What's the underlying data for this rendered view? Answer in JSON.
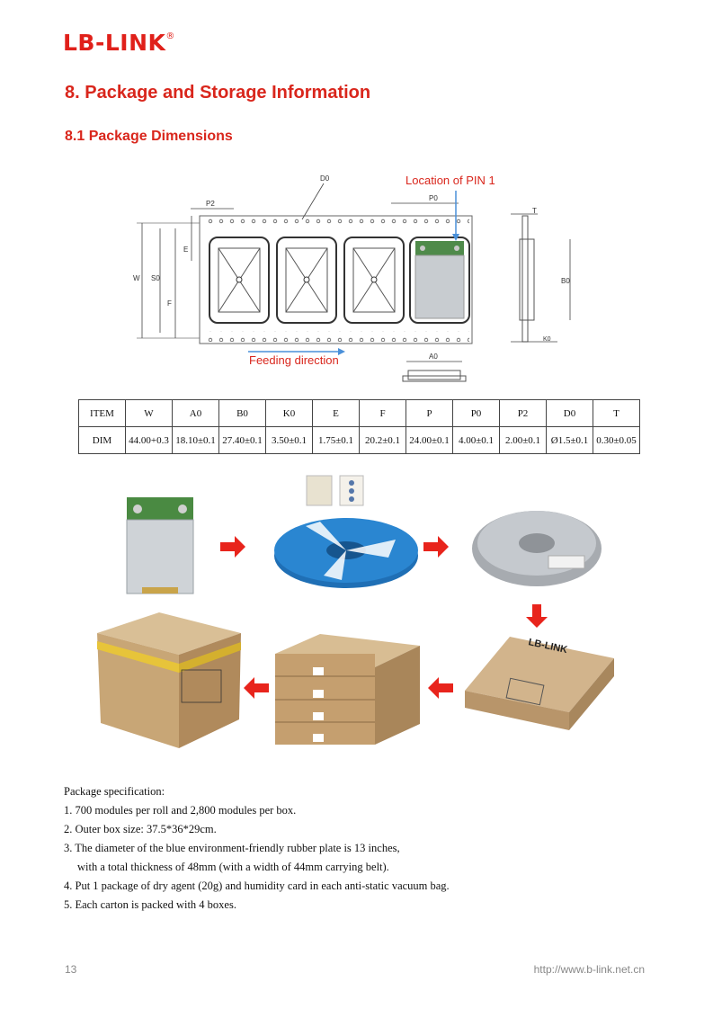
{
  "header": {
    "logo_text": "LB-LINK",
    "logo_mark": "®",
    "brand_color": "#e0201a"
  },
  "section_title": "8. Package and Storage Information",
  "subsection_title": "8.1 Package Dimensions",
  "diagram": {
    "labels": {
      "d0": "D0",
      "p2": "P2",
      "p0": "P0",
      "t": "T",
      "b0": "B0",
      "w": "W",
      "s0": "S0",
      "e": "E",
      "f": "F",
      "k0": "K0",
      "a0": "A0"
    },
    "pin1_label": "Location of PIN 1",
    "feeding_label": "Feeding direction",
    "arrow_color": "#4a90d9",
    "callout_color": "#d9261c"
  },
  "table": {
    "headers": [
      "ITEM",
      "W",
      "A0",
      "B0",
      "K0",
      "E",
      "F",
      "P",
      "P0",
      "P2",
      "D0",
      "T"
    ],
    "row": [
      "DIM",
      "44.00+0.3",
      "18.10±0.1",
      "27.40±0.1",
      "3.50±0.1",
      "1.75±0.1",
      "20.2±0.1",
      "24.00±0.1",
      "4.00±0.1",
      "2.00±0.1",
      "Ø1.5±0.1",
      "0.30±0.05"
    ]
  },
  "photos": {
    "carton_logo": "LB-LINK",
    "arrow_color": "#e8241c"
  },
  "spec": {
    "heading": "Package specification:",
    "lines": [
      "1. 700 modules per roll and 2,800 modules per box.",
      "2. Outer box size: 37.5*36*29cm.",
      "3. The diameter of the blue environment-friendly rubber plate is 13 inches,",
      "with a total thickness of 48mm (with a width of 44mm carrying belt).",
      "4. Put 1 package of dry agent (20g) and humidity card in each anti-static vacuum bag.",
      "5. Each carton is packed with 4 boxes."
    ]
  },
  "footer": {
    "page": "13",
    "url": "http://www.b-link.net.cn"
  }
}
